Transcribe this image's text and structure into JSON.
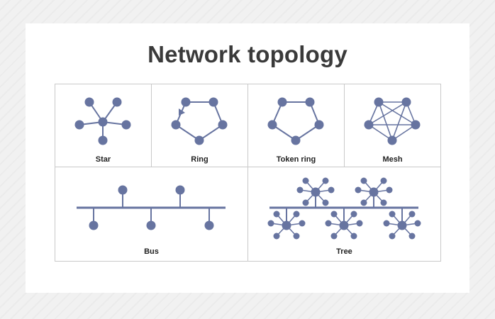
{
  "title": "Network topology",
  "colors": {
    "node": "#6774a0",
    "line": "#6774a0",
    "border": "#c9c9c9",
    "title": "#3a3a3a"
  },
  "panels": {
    "star": {
      "label": "Star"
    },
    "ring": {
      "label": "Ring"
    },
    "token_ring": {
      "label": "Token ring"
    },
    "mesh": {
      "label": "Mesh"
    },
    "bus": {
      "label": "Bus"
    },
    "tree": {
      "label": "Tree"
    }
  }
}
